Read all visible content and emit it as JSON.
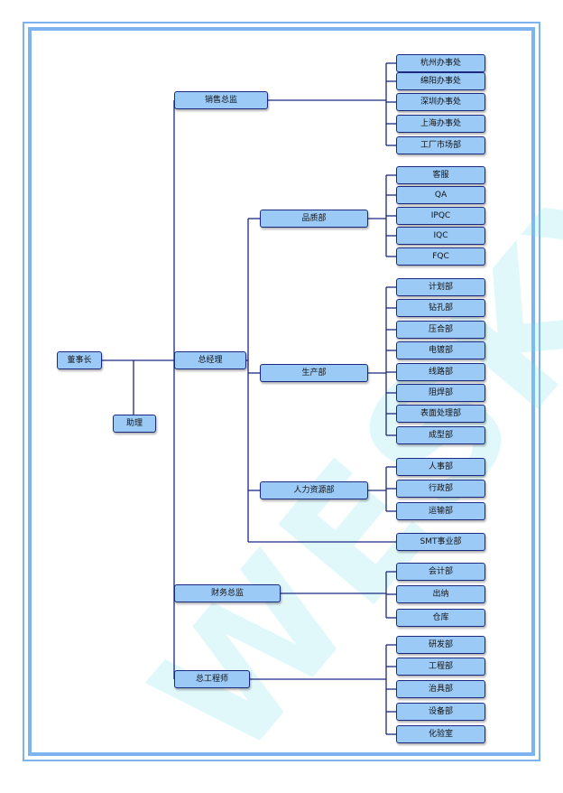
{
  "watermark": "WESKY",
  "chairman": "董事长",
  "assistant": "助理",
  "sales_director": "销售总监",
  "general_manager": "总经理",
  "finance_director": "财务总监",
  "chief_engineer": "总工程师",
  "quality_dept": "品质部",
  "production_dept": "生产部",
  "hr_dept": "人力资源部",
  "sales_offices": [
    "杭州办事处",
    "绵阳办事处",
    "深圳办事处",
    "上海办事处",
    "工厂市场部"
  ],
  "quality_units": [
    "客服",
    "QA",
    "IPQC",
    "IQC",
    "FQC"
  ],
  "production_units": [
    "计划部",
    "钻孔部",
    "压合部",
    "电镀部",
    "线路部",
    "阻焊部",
    "表面处理部",
    "成型部"
  ],
  "hr_units": [
    "人事部",
    "行政部",
    "运输部"
  ],
  "smt_dept": "SMT事业部",
  "finance_units": [
    "会计部",
    "出纳",
    "仓库"
  ],
  "engineering_units": [
    "研发部",
    "工程部",
    "治具部",
    "设备部",
    "化验室"
  ]
}
